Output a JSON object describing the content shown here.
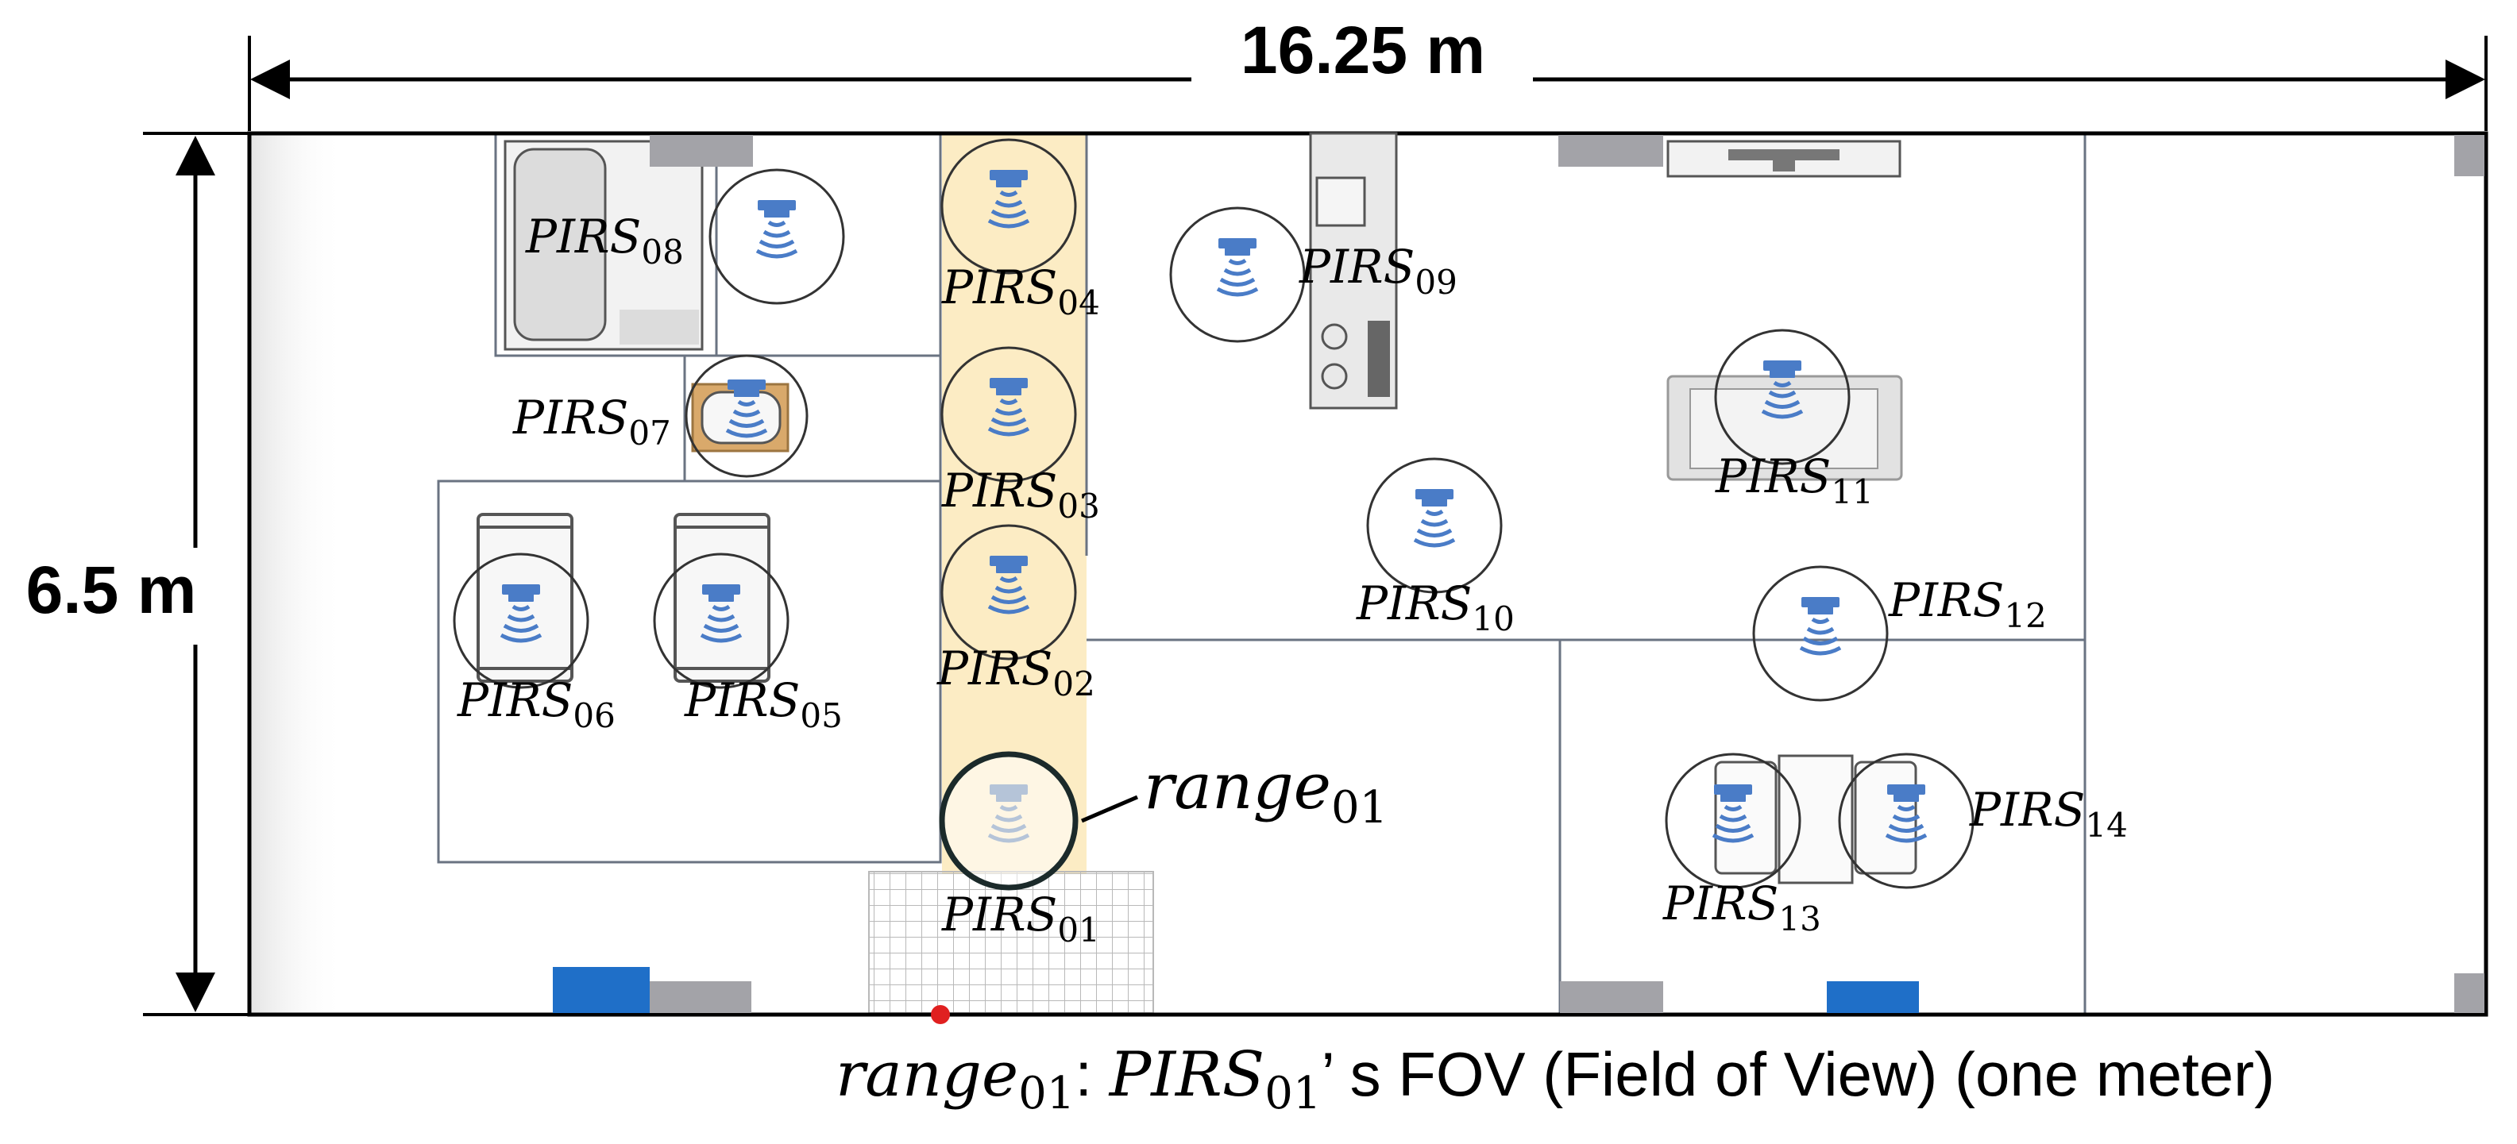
{
  "dimensions": {
    "width_label": "16.25 m",
    "height_label": "6.5 m"
  },
  "sensors": [
    {
      "id": "01",
      "name": "PIRS",
      "sub": "01"
    },
    {
      "id": "02",
      "name": "PIRS",
      "sub": "02"
    },
    {
      "id": "03",
      "name": "PIRS",
      "sub": "03"
    },
    {
      "id": "04",
      "name": "PIRS",
      "sub": "04"
    },
    {
      "id": "05",
      "name": "PIRS",
      "sub": "05"
    },
    {
      "id": "06",
      "name": "PIRS",
      "sub": "06"
    },
    {
      "id": "07",
      "name": "PIRS",
      "sub": "07"
    },
    {
      "id": "08",
      "name": "PIRS",
      "sub": "08"
    },
    {
      "id": "09",
      "name": "PIRS",
      "sub": "09"
    },
    {
      "id": "10",
      "name": "PIRS",
      "sub": "10"
    },
    {
      "id": "11",
      "name": "PIRS",
      "sub": "11"
    },
    {
      "id": "12",
      "name": "PIRS",
      "sub": "12"
    },
    {
      "id": "13",
      "name": "PIRS",
      "sub": "13"
    },
    {
      "id": "14",
      "name": "PIRS",
      "sub": "14"
    }
  ],
  "range_callout": {
    "name": "range",
    "sub": "01"
  },
  "caption": {
    "range_name": "range",
    "range_sub": "01",
    "colon": ":",
    "sensor_name": "PIRS",
    "sensor_sub": "01",
    "rest": "’ s FOV (Field of View) (one meter)"
  },
  "colors": {
    "corridor": "#fcecc4",
    "sensor_blue": "#4a7cc7",
    "wall": "#6a7382",
    "blue_block": "#1f6fc8",
    "grey_block": "#a3a3a8",
    "entrance_dot": "#e02020"
  }
}
